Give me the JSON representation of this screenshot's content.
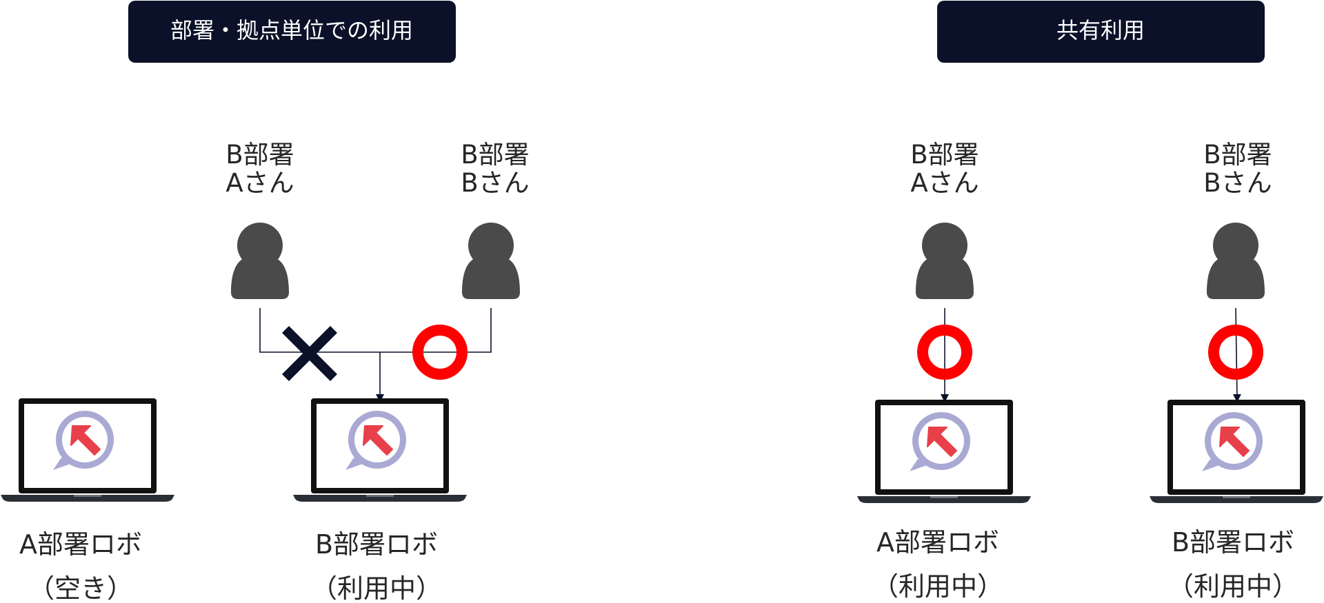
{
  "sections": {
    "left_title": "部署・拠点単位での利用",
    "right_title": "共有利用"
  },
  "users": {
    "left_a": [
      "B部署",
      "Aさん"
    ],
    "left_b": [
      "B部署",
      "Bさん"
    ],
    "right_a": [
      "B部署",
      "Aさん"
    ],
    "right_b": [
      "B部署",
      "Bさん"
    ]
  },
  "robots": {
    "left_a": [
      "A部署ロボ",
      "（空き）"
    ],
    "left_b": [
      "B部署ロボ",
      "（利用中）"
    ],
    "right_a": [
      "A部署ロボ",
      "（利用中）"
    ],
    "right_b": [
      "B部署ロボ",
      "（利用中）"
    ]
  },
  "colors": {
    "navy": "#0a1128",
    "person": "#4a4a4a",
    "ok_red": "#ff0000",
    "logo_ring": "#a9a9d4",
    "logo_arrow": "#e8404a"
  },
  "icons": {
    "person": "user-icon",
    "laptop": "laptop-icon",
    "logo": "robot-logo-icon",
    "ok": "circle-ok-icon",
    "ng": "cross-ng-icon"
  }
}
